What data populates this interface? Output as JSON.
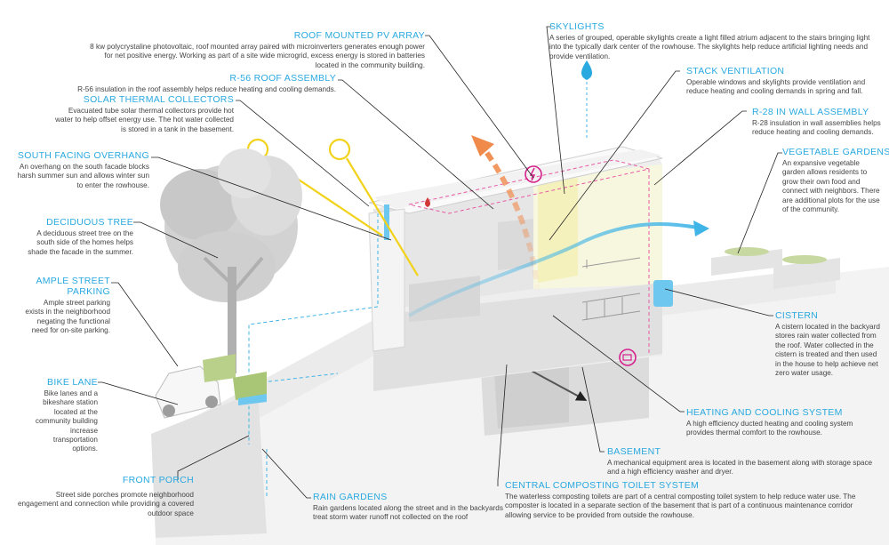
{
  "labels": {
    "roof_pv": {
      "title": "ROOF MOUNTED PV ARRAY",
      "desc": "8 kw polycrystaline photovoltaic, roof mounted array paired with microinverters generates enough power for net positive energy. Working as part of a site wide microgrid, excess energy is stored in batteries located in the community building."
    },
    "r56": {
      "title": "R-56 ROOF ASSEMBLY",
      "desc": "R-56 insulation in the roof assembly helps reduce heating and cooling demands."
    },
    "solar_thermal": {
      "title": "SOLAR THERMAL COLLECTORS",
      "desc": "Evacuated tube solar thermal collectors provide hot water to help offset energy use. The hot water collected is stored in a tank in the basement."
    },
    "overhang": {
      "title": "SOUTH FACING OVERHANG",
      "desc": "An overhang on the south facade blocks harsh summer sun and allows winter sun to enter the rowhouse."
    },
    "tree": {
      "title": "DECIDUOUS TREE",
      "desc": "A deciduous street tree on the south side of the homes helps shade the facade in the summer."
    },
    "parking": {
      "title": "AMPLE STREET PARKING",
      "desc": "Ample street parking exists in the neighborhood negating the functional need for on-site parking."
    },
    "bike": {
      "title": "BIKE LANE",
      "desc": "Bike lanes and a bikeshare station located at the community building increase transportation options."
    },
    "porch": {
      "title": "FRONT PORCH",
      "desc": "Street side porches promote neighborhood engagement and connection while providing a covered outdoor space"
    },
    "rain": {
      "title": "RAIN GARDENS",
      "desc": "Rain gardens located along the street and in the backyards treat storm water runoff not collected on the roof"
    },
    "skylights": {
      "title": "SKYLIGHTS",
      "desc": "A series of grouped, operable skylights create a light filled atrium adjacent to the stairs bringing light into the typically dark center of the rowhouse. The skylights help reduce artificial lighting needs and provide ventilation."
    },
    "stack": {
      "title": "STACK VENTILATION",
      "desc": "Operable windows and skylights provide ventilation and reduce heating and cooling demands in spring and fall."
    },
    "r28": {
      "title": "R-28 IN WALL ASSEMBLY",
      "desc": "R-28 insulation in wall assemblies helps reduce heating and cooling demands."
    },
    "veg": {
      "title": "VEGETABLE GARDENS",
      "desc": "An expansive vegetable garden allows residents to grow their own food and connect with neighbors. There are additional plots for the use of the community."
    },
    "cistern": {
      "title": "CISTERN",
      "desc": "A cistern located in the backyard stores rain water collected from the roof. Water collected in the cistern is treated and then used in the house to help achieve net zero water usage."
    },
    "hvac": {
      "title": "HEATING AND COOLING SYSTEM",
      "desc": "A high efficiency ducted heating and cooling system provides thermal comfort to the rowhouse."
    },
    "basement": {
      "title": "BASEMENT",
      "desc": "A mechanical equipment area is located in the basement along with storage space and a high efficiency washer and dryer."
    },
    "compost": {
      "title": "CENTRAL COMPOSTING TOILET SYSTEM",
      "desc": "The waterless composting toilets are part of a central composting toilet system to help reduce water use. The composter is located in a separate section of the basement that is part of a continuous maintenance corridor allowing service to be provided from outside the rowhouse."
    }
  },
  "colors": {
    "accent": "#29a9e0",
    "sun": "#f2d21b",
    "heat": "#f08a4b",
    "magenta": "#d6208c",
    "water": "#3fb4e6",
    "text": "#444444"
  },
  "icons": [
    "sun-icon",
    "water-drop-icon",
    "energy-icon",
    "battery-icon"
  ]
}
